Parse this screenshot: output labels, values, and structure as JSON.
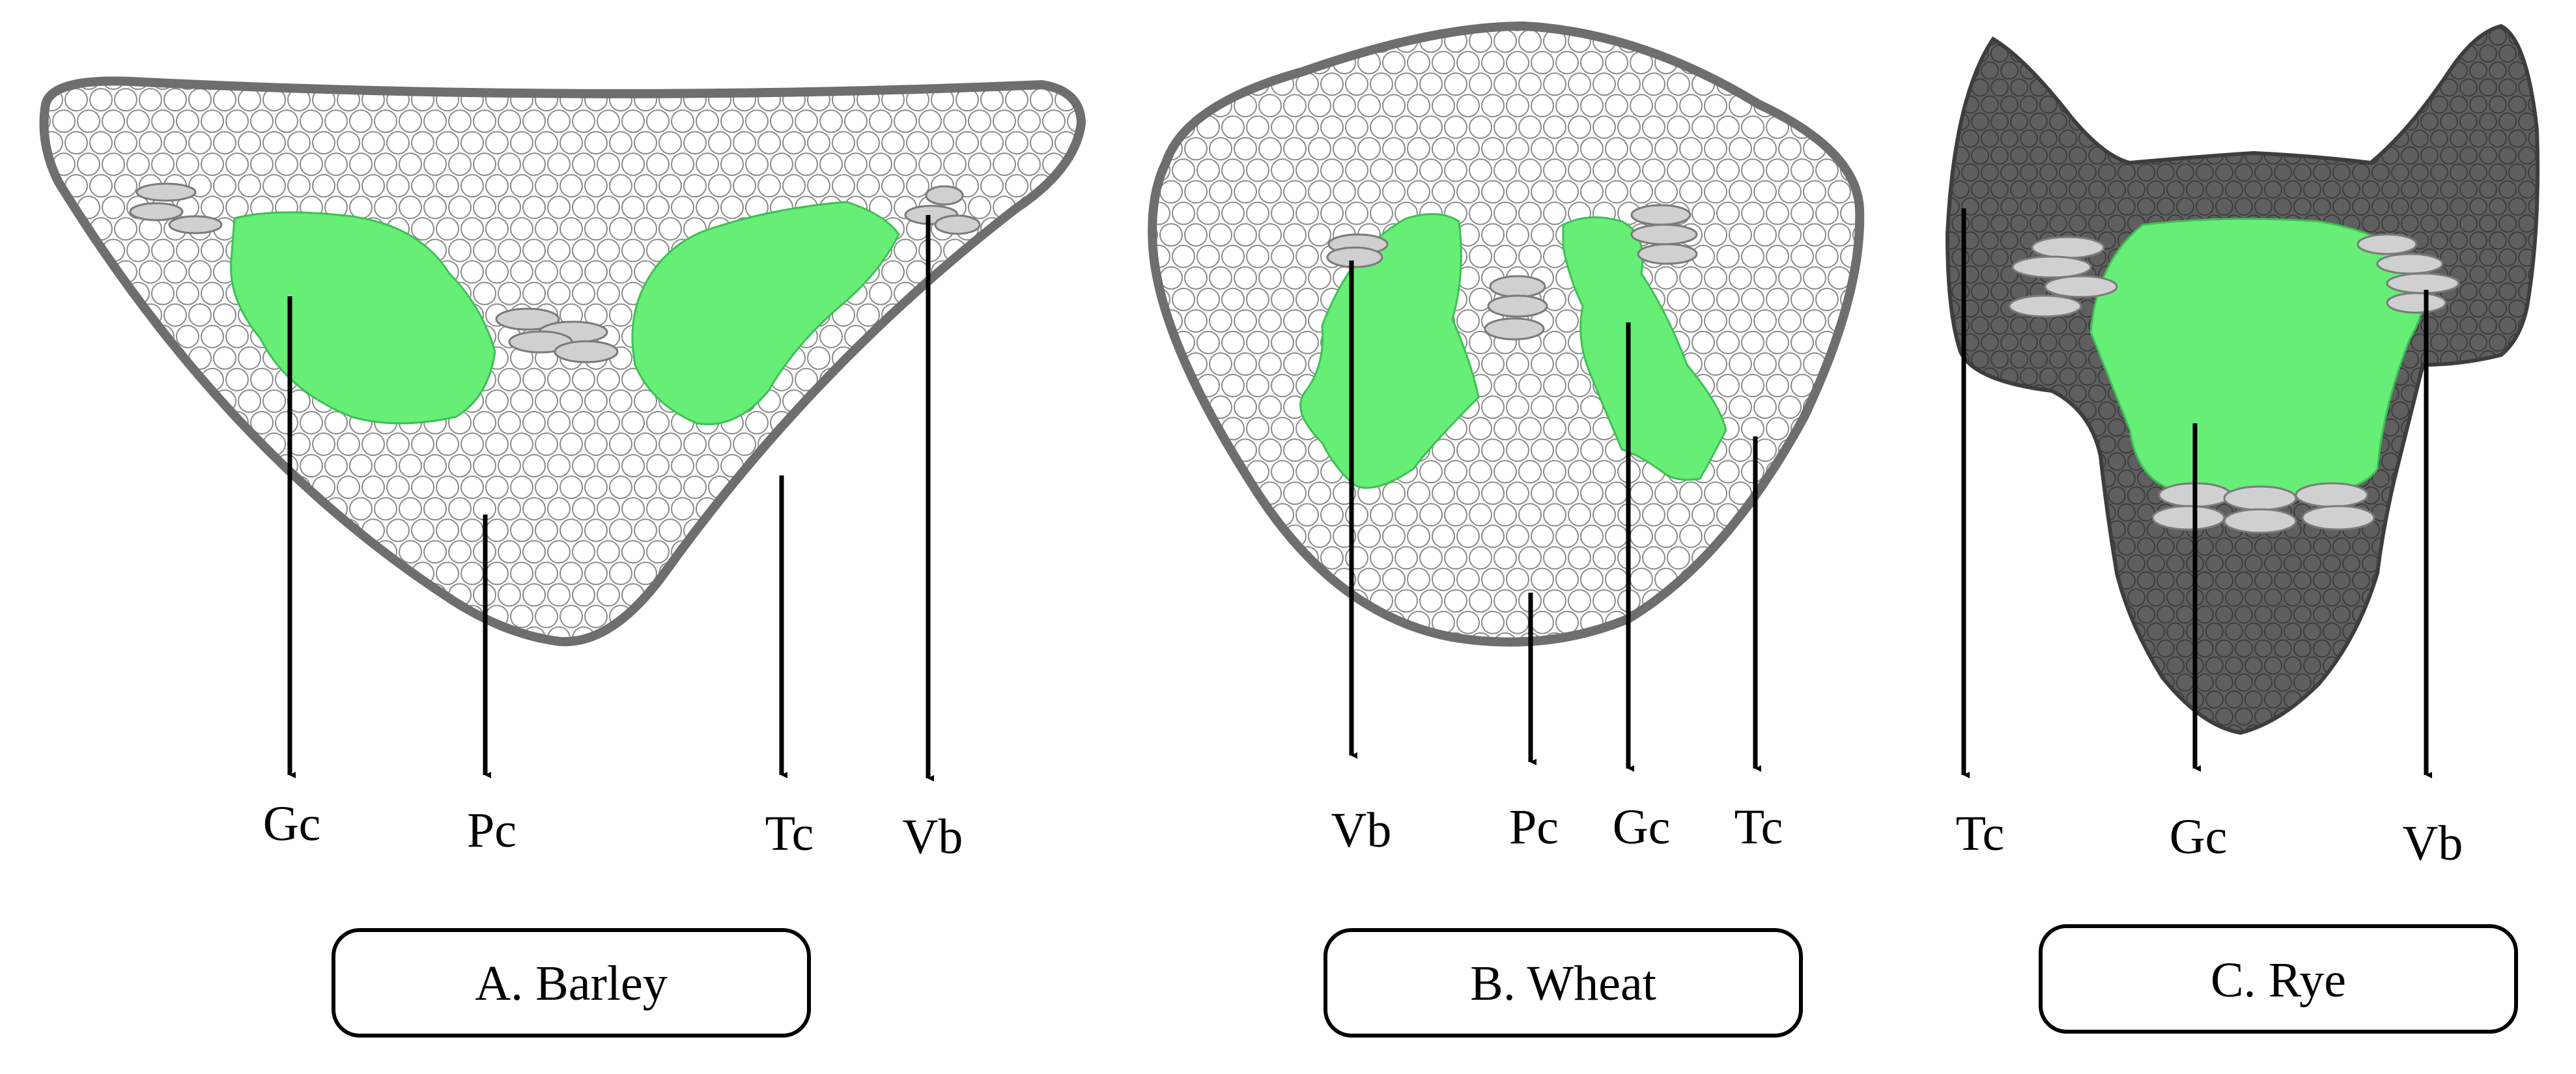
{
  "colors": {
    "outline": "#6e6e6e",
    "cell_fill": "#ffffff",
    "cell_stroke": "#8a8a8a",
    "dense_fill": "#5f5f5f",
    "dense_stroke": "#3d3d3d",
    "green": "#66ee77",
    "green_stroke": "#3fbf55",
    "bundle": "#d0d0d0",
    "bundle_stroke": "#7a7a7a",
    "arrow": "#000000"
  },
  "panels": [
    {
      "id": "barley",
      "caption": "A. Barley",
      "labels": [
        "Gc",
        "Pc",
        "Tc",
        "Vb"
      ]
    },
    {
      "id": "wheat",
      "caption": "B. Wheat",
      "labels": [
        "Vb",
        "Pc",
        "Gc",
        "Tc"
      ]
    },
    {
      "id": "rye",
      "caption": "C. Rye",
      "labels": [
        "Tc",
        "Gc",
        "Vb"
      ]
    }
  ]
}
